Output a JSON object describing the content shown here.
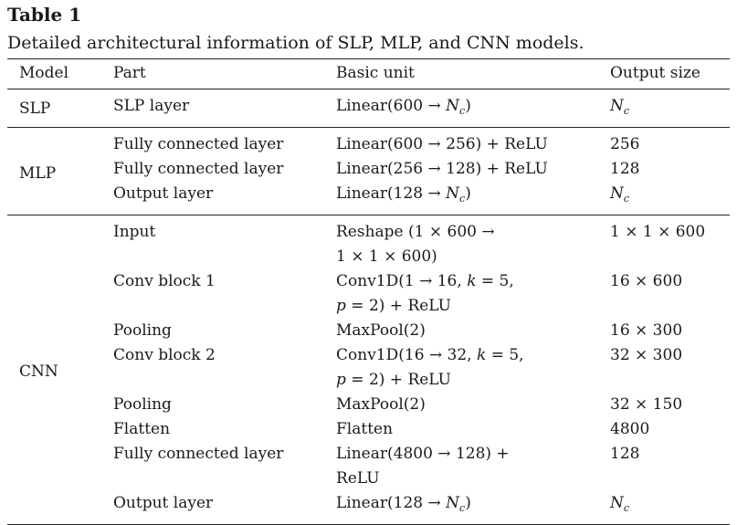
{
  "table_label": "Table 1",
  "caption": "Detailed architectural information of SLP, MLP, and CNN models.",
  "headers": [
    "Model",
    "Part",
    "Basic unit",
    "Output size"
  ],
  "groups": [
    {
      "model": "SLP",
      "rows": [
        {
          "part": "SLP layer",
          "unit": [
            "Linear(600 → ",
            "N",
            "c",
            ")"
          ],
          "output": [
            "N",
            "c"
          ]
        }
      ]
    },
    {
      "model": "MLP",
      "rows": [
        {
          "part": "Fully connected layer",
          "unit": "Linear(600 → 256) + ReLU",
          "output": "256"
        },
        {
          "part": "Fully connected layer",
          "unit": "Linear(256 → 128) + ReLU",
          "output": "128"
        },
        {
          "part": "Output layer",
          "unit": [
            "Linear(128 → ",
            "N",
            "c",
            ")"
          ],
          "output": [
            "N",
            "c"
          ]
        }
      ]
    },
    {
      "model": "CNN",
      "rows": [
        {
          "part": "Input",
          "unit": [
            "Reshape (1 × 600 →",
            "1 × 1 × 600)"
          ],
          "output": "1 × 1 × 600"
        },
        {
          "part": "Conv block 1",
          "unit": [
            "Conv1D(1 → 16, ",
            "k",
            " = 5,",
            "p",
            " = 2) + ReLU"
          ],
          "output": "16 × 600"
        },
        {
          "part": "Pooling",
          "unit": "MaxPool(2)",
          "output": "16 × 300"
        },
        {
          "part": "Conv block 2",
          "unit": [
            "Conv1D(16 → 32, ",
            "k",
            " = 5,",
            "p",
            " = 2) + ReLU"
          ],
          "output": "32 × 300"
        },
        {
          "part": "Pooling",
          "unit": "MaxPool(2)",
          "output": "32 × 150"
        },
        {
          "part": "Flatten",
          "unit": "Flatten",
          "output": "4800"
        },
        {
          "part": "Fully connected layer",
          "unit": [
            "Linear(4800 → 128) +",
            "ReLU"
          ],
          "output": "128"
        },
        {
          "part": "Output layer",
          "unit": [
            "Linear(128 → ",
            "N",
            "c",
            ")"
          ],
          "output": [
            "N",
            "c"
          ]
        }
      ]
    }
  ]
}
